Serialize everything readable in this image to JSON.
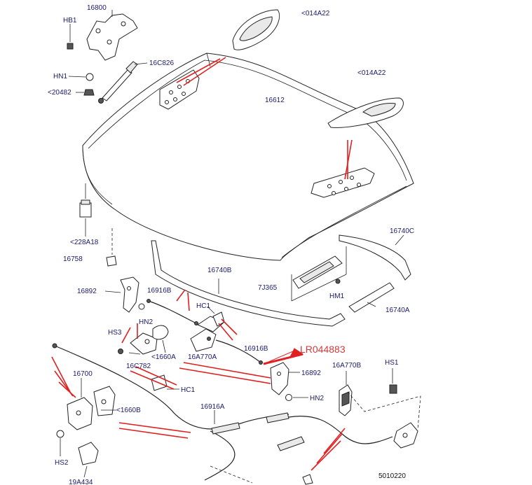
{
  "diagram": {
    "colors": {
      "label": "#1a1a6e",
      "callout": "#d43a3a",
      "pointer": "#e02020",
      "line": "#222222"
    },
    "labels": {
      "hb1": "HB1",
      "p16800": "16800",
      "p014a22_top": "<014A22",
      "p16c826": "16C826",
      "hn1": "HN1",
      "p20482": "<20482",
      "p014a22_right": "<014A22",
      "p16612": "16612",
      "p228a18": "<228A18",
      "p16740c": "16740C",
      "p16758": "16758",
      "p16740b": "16740B",
      "p7j365": "7J365",
      "hm1": "HM1",
      "p16892_left": "16892",
      "p16916b_left": "16916B",
      "hn2_left": "HN2",
      "hc1_top": "HC1",
      "p16740a": "16740A",
      "hs3": "HS3",
      "p1660a": "<1660A",
      "p16a770a": "16A770A",
      "p16916b_right": "16916B",
      "callout": "LR044883",
      "p16c782": "16C782",
      "p16892_right": "16892",
      "p16a770b": "16A770B",
      "hs1": "HS1",
      "p16700": "16700",
      "hc1_bottom": "HC1",
      "hn2_right": "HN2",
      "p1660b": "<1660B",
      "p16916a": "16916A",
      "hs2": "HS2",
      "p19a434": "19A434",
      "code": "5010220"
    }
  }
}
